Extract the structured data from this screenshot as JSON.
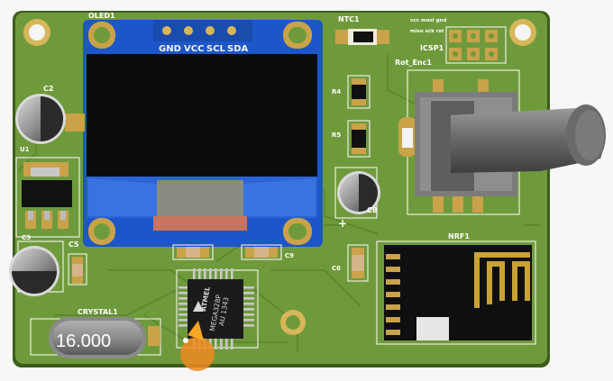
{
  "board": {
    "oled_label": "OLED1",
    "oled_pins": [
      "GND",
      "VCC",
      "SCL",
      "SDA"
    ],
    "ntc_label": "NTC1",
    "icsp_label": "ICSP1",
    "icsp_pin_names_top": "vcc mosi gnd",
    "icsp_pin_names_bottom": "miso sck rst",
    "encoder_label": "Rot_Enc1",
    "radio_label": "NRF1",
    "crystal_label": "CRYSTAL1",
    "crystal_value": "16.000",
    "chip_line1": "ATMEL",
    "chip_line2": "MEGA328P",
    "chip_line3": "AU 1343",
    "refs": {
      "c2": "C2",
      "u1": "U1",
      "c3": "C3",
      "c5": "C5",
      "r4": "R4",
      "r5": "R5",
      "c8": "C8",
      "c6": "C6",
      "c9": "C9"
    }
  },
  "colors": {
    "pcb": "#6f9a3c",
    "pcb_edge": "#3d5d1c",
    "pad": "#c9a24a",
    "oled_board": "#1d56c8",
    "oled_screen": "#0c0c0c",
    "cursor": "#f08a20"
  }
}
